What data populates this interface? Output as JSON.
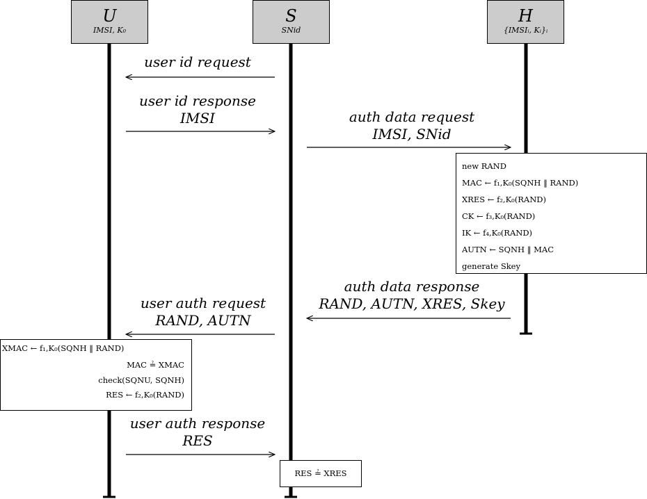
{
  "parties": {
    "u": {
      "name": "U",
      "sub": "IMSI, K₀"
    },
    "s": {
      "name": "S",
      "sub": "SNid"
    },
    "h": {
      "name": "H",
      "sub": "{IMSIᵢ, Kᵢ}ᵢ"
    }
  },
  "messages": {
    "m1": [
      "user id request"
    ],
    "m2": [
      "user id response",
      "IMSI"
    ],
    "m3": [
      "auth data request",
      "IMSI, SNid"
    ],
    "m4": [
      "auth data response",
      "RAND, AUTN, XRES, Skey"
    ],
    "m5": [
      "user auth request",
      "RAND, AUTN"
    ],
    "m6": [
      "user auth response",
      "RES"
    ]
  },
  "home_computation": [
    "new RAND",
    "MAC ← f₁,K₀(SQNH ‖ RAND)",
    "XRES ← f₂,K₀(RAND)",
    "CK ← f₃,K₀(RAND)",
    "IK ← f₄,K₀(RAND)",
    "AUTN ← SQNH ‖ MAC",
    "generate Skey"
  ],
  "user_computation": [
    "XMAC ← f₁,K₀(SQNH ‖ RAND)",
    "MAC ≟ XMAC",
    "check(SQNU, SQNH)",
    "RES ← f₂,K₀(RAND)"
  ],
  "serving_check": "RES ≟ XRES"
}
